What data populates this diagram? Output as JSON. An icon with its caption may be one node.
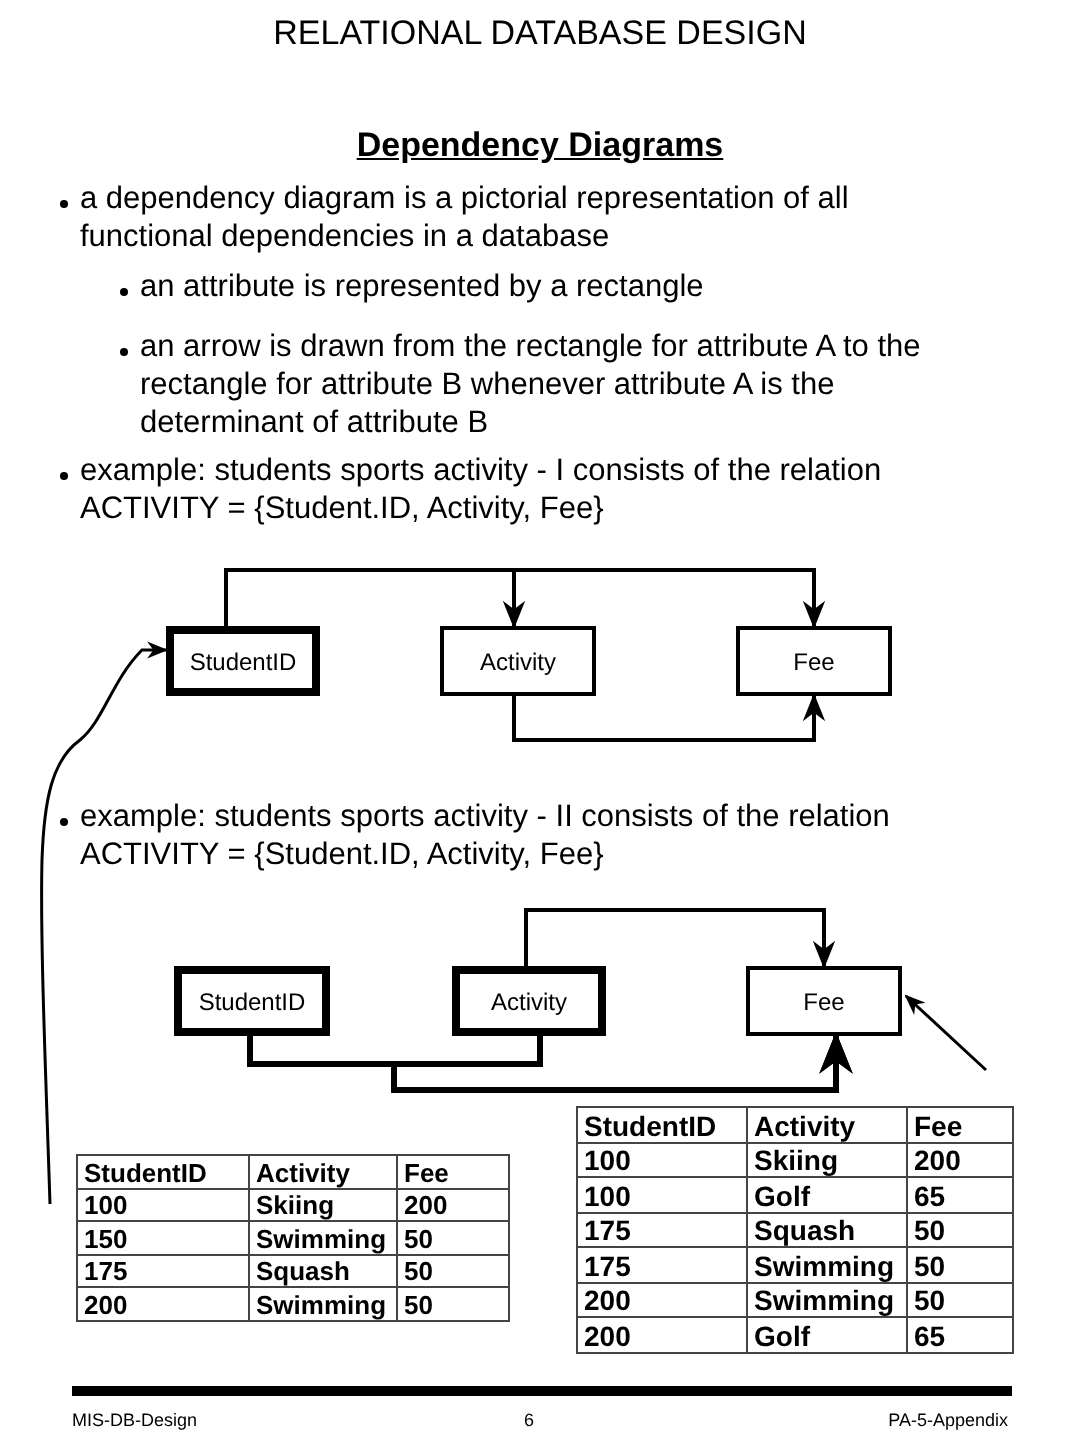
{
  "diagram": {
    "title": "RELATIONAL DATABASE DESIGN",
    "nodes": [
      {
        "text": [
          "StudentID"
        ]
      },
      {
        "text": [
          "Activity"
        ]
      },
      {
        "text": [
          "Fee"
        ]
      },
      {
        "text": [
          "StudentID"
        ]
      },
      {
        "text": [
          "Activity"
        ]
      },
      {
        "text": [
          "Fee"
        ]
      }
    ],
    "edges": [
      {
        "from": 0,
        "to": 1,
        "arrow": "to"
      },
      {
        "from": 0,
        "to": 2,
        "arrow": "to"
      },
      {
        "from": 1,
        "to": 2,
        "arrow": "to"
      },
      {
        "from": 4,
        "to": 5,
        "arrow": "to"
      },
      {
        "from": 3,
        "to": 5,
        "arrow": "to"
      },
      {
        "from": 4,
        "to": 5,
        "arrow": "to"
      },
      {
        "from": null,
        "to": 0,
        "arrow": "to"
      },
      {
        "from": null,
        "to": 5,
        "arrow": "to"
      }
    ],
    "labels": [
      "Dependency Diagrams",
      "a dependency diagram is a pictorial representation of all functional dependencies in a database",
      "an attribute is represented by a rectangle",
      "an arrow is drawn  from the rectangle for attribute A to the rectangle for attribute B whenever attribute A is the determinant of attribute B",
      "example: students sports activity - I consists of the relation ACTIVITY = {Student.ID, Activity, Fee}",
      "example: students sports activity - II consists of the relation ACTIVITY = {Student.ID, Activity, Fee}",
      "StudentID",
      "Activity",
      "Fee",
      "100",
      "Skiing",
      "200",
      "150",
      "Swimming",
      "50",
      "175",
      "Squash",
      "50",
      "200",
      "Swimming",
      "50",
      "StudentID",
      "Activity",
      "Fee",
      "100",
      "Skiing",
      "200",
      "100",
      "Golf",
      "65",
      "175",
      "Squash",
      "50",
      "175",
      "Swimming",
      "50",
      "200",
      "Swimming",
      "50",
      "200",
      "Golf",
      "65",
      "MIS-DB-Design",
      "6",
      "PA-5-Appendix"
    ]
  }
}
